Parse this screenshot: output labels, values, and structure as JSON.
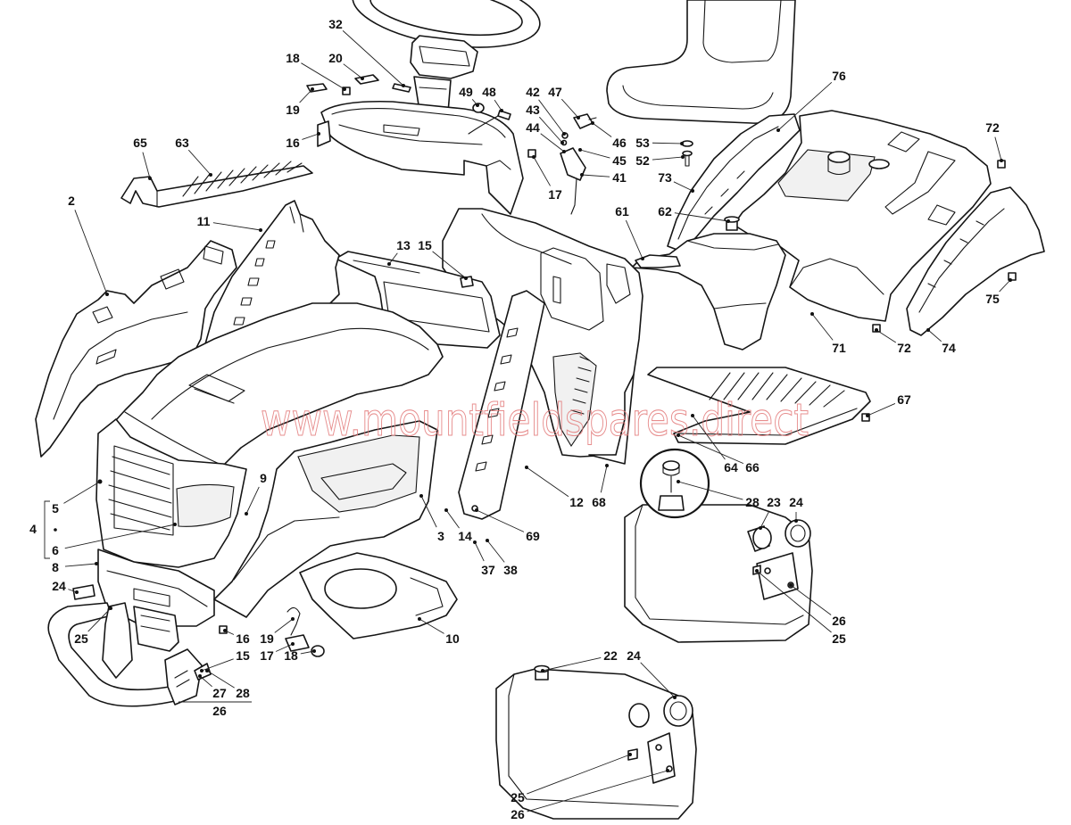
{
  "diagram": {
    "watermark": "www.mountfieldspares.direct",
    "callouts": [
      "32",
      "18",
      "20",
      "19",
      "16",
      "49",
      "48",
      "42",
      "47",
      "43",
      "44",
      "46",
      "53",
      "45",
      "52",
      "41",
      "17",
      "73",
      "76",
      "72",
      "65",
      "63",
      "11",
      "2",
      "13",
      "15",
      "61",
      "62",
      "75",
      "71",
      "72",
      "74",
      "67",
      "64",
      "66",
      "9",
      "5",
      "4",
      "6",
      "8",
      "3",
      "14",
      "69",
      "12",
      "68",
      "28",
      "23",
      "24",
      "37",
      "38",
      "24",
      "26",
      "25",
      "25",
      "16",
      "19",
      "10",
      "15",
      "17",
      "18",
      "27",
      "28",
      "26",
      "22",
      "24",
      "25",
      "26"
    ]
  }
}
